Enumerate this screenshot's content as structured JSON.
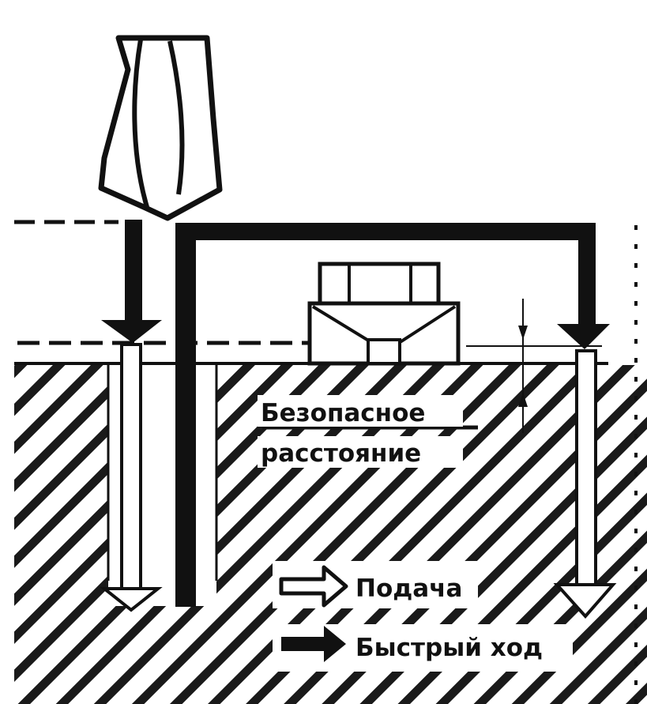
{
  "labels": {
    "safe_distance_line1": "Безопасное",
    "safe_distance_line2": "расстояние"
  },
  "legend": {
    "feed_label": "Подача",
    "rapid_label": "Быстрый ход"
  },
  "colors": {
    "ink": "#111111",
    "paper": "#ffffff",
    "hatch": "#1a1a1a"
  }
}
